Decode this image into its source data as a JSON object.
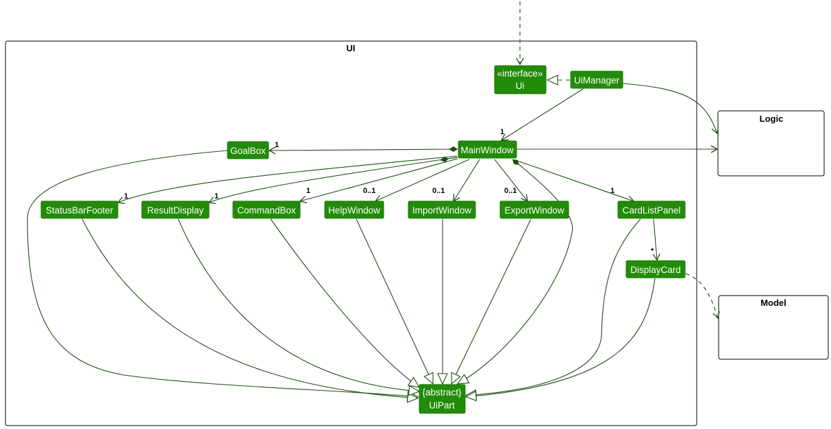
{
  "packages": {
    "ui": "UI",
    "logic": "Logic",
    "model": "Model"
  },
  "nodes": {
    "ui_stereotype": "«interface»",
    "ui": "Ui",
    "ui_manager": "UiManager",
    "main_window": "MainWindow",
    "goal_box": "GoalBox",
    "status_bar_footer": "StatusBarFooter",
    "result_display": "ResultDisplay",
    "command_box": "CommandBox",
    "help_window": "HelpWindow",
    "import_window": "ImportWindow",
    "export_window": "ExportWindow",
    "card_list_panel": "CardListPanel",
    "display_card": "DisplayCard",
    "ui_part_stereotype": "{abstract}",
    "ui_part": "UiPart"
  },
  "multiplicities": {
    "main_window": "1",
    "goal_box": "1",
    "status_bar_footer": "1",
    "result_display": "1",
    "command_box": "1",
    "help_window": "0..1",
    "import_window": "0..1",
    "export_window": "0..1",
    "card_list_panel": "1",
    "display_card": "*"
  },
  "colors": {
    "node": "#228b08",
    "edge": "#1b4f12"
  }
}
